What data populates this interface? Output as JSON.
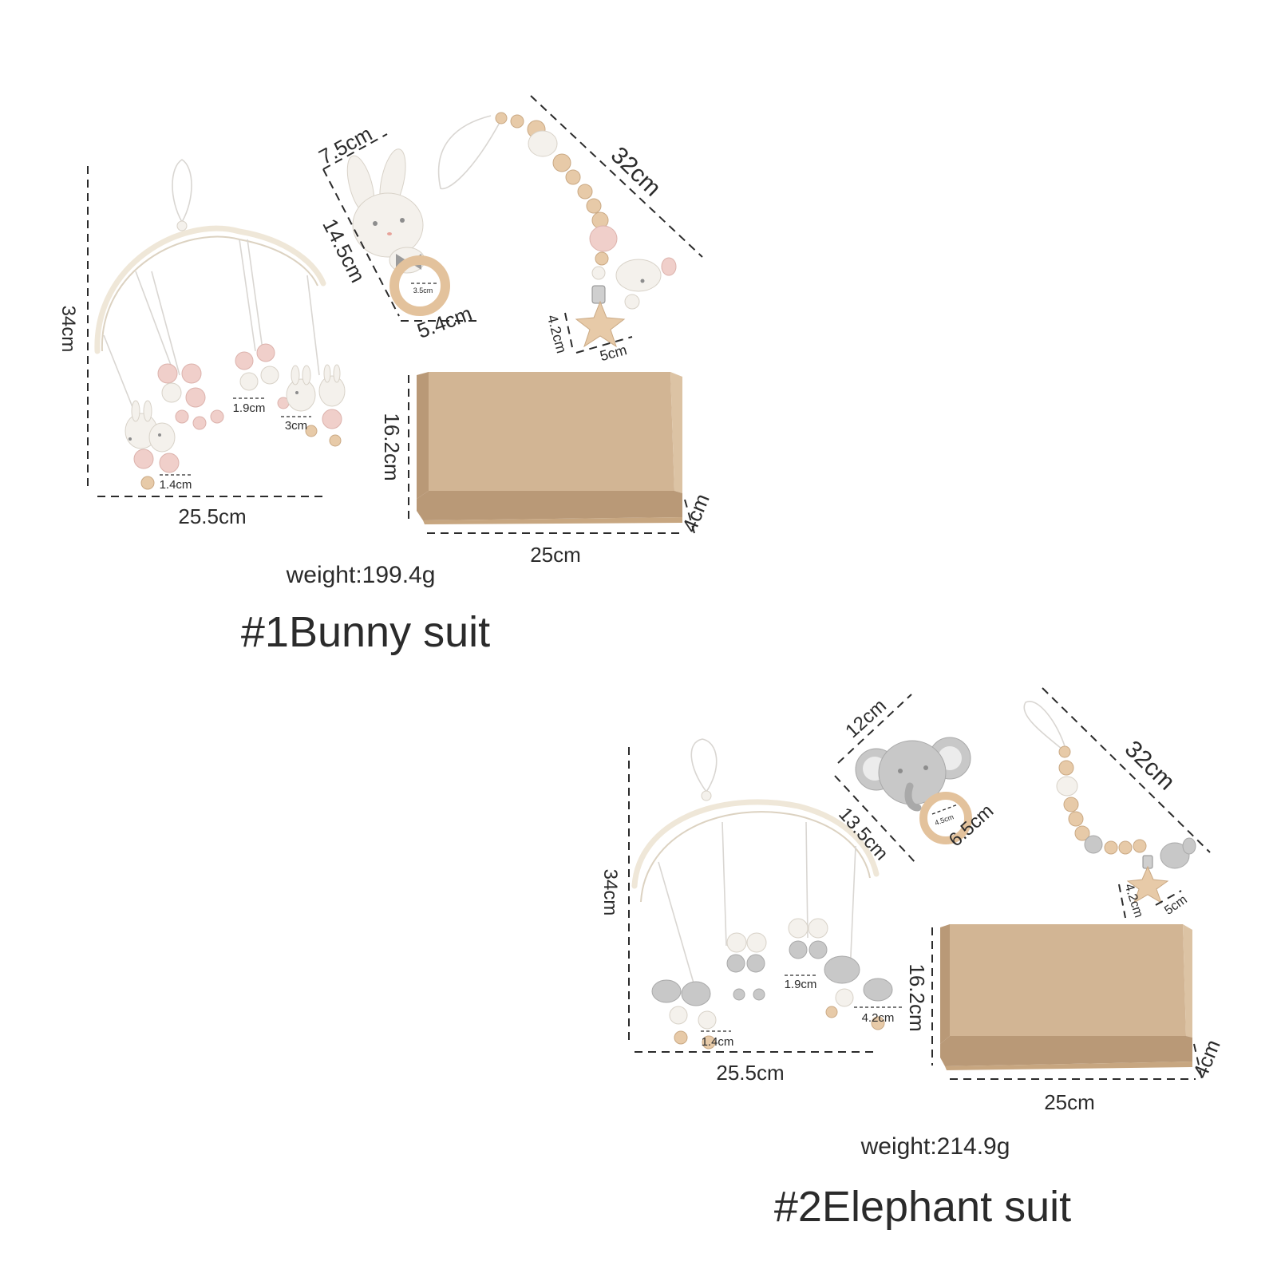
{
  "products": [
    {
      "title": "#1Bunny suit",
      "weight": "weight:199.4g",
      "mobile": {
        "height": "34cm",
        "width": "25.5cm",
        "bead1": "1.9cm",
        "bead2": "3cm",
        "bead3": "1.4cm"
      },
      "rattle": {
        "top": "7.5cm",
        "height": "14.5cm",
        "ring_label": "5.4cm",
        "ring_inner": "3.5cm"
      },
      "clip": {
        "length": "32cm",
        "star_h": "4.2cm",
        "star_w": "5cm"
      },
      "box": {
        "height": "16.2cm",
        "depth": "4cm",
        "width": "25cm"
      }
    },
    {
      "title": "#2Elephant suit",
      "weight": "weight:214.9g",
      "mobile": {
        "height": "34cm",
        "width": "25.5cm",
        "bead1": "1.9cm",
        "bead2": "4.2cm",
        "bead3": "1.4cm"
      },
      "rattle": {
        "top": "12cm",
        "height": "13.5cm",
        "ring_label": "6.5cm",
        "ring_inner": "4.5cm"
      },
      "clip": {
        "length": "32cm",
        "star_h": "4.2cm",
        "star_w": "5cm"
      },
      "box": {
        "height": "16.2cm",
        "depth": "4cm",
        "width": "25cm"
      }
    }
  ],
  "colors": {
    "text": "#2b2b2b",
    "box": "#d2b594",
    "pink": "#f0cfca",
    "grey": "#c8c8c8",
    "wood": "#e7caa8"
  }
}
